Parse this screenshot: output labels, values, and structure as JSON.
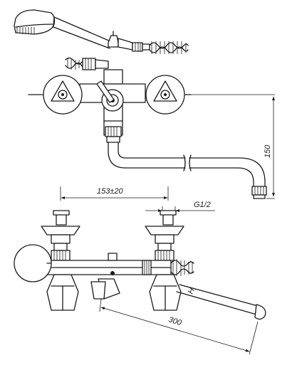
{
  "dimensions": {
    "spacing": "153±20",
    "thread": "G1/2",
    "height": "150",
    "hose_length": "300",
    "pipe_marker": "H"
  }
}
